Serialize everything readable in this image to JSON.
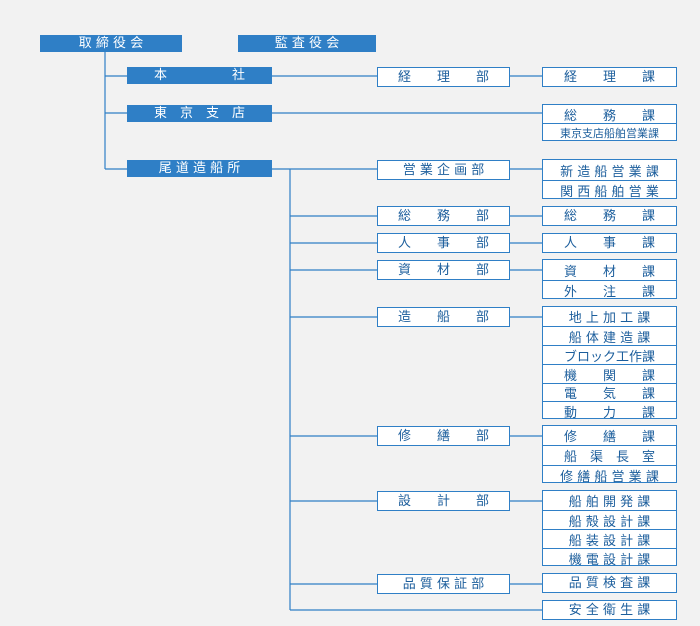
{
  "colors": {
    "accent": "#2f7fc6",
    "text": "#1c5e9c",
    "background": "#f2f2f2"
  },
  "top": {
    "board": "取 締 役 会",
    "auditors": "監 査 役 会"
  },
  "units": {
    "head_office": "本　　　　　社",
    "tokyo_branch": "東　京　支　店",
    "onomichi": "尾 道 造 船 所"
  },
  "head_office_dept": "経　　理　　部",
  "head_office_section": "経　　理　　課",
  "tokyo_sections": [
    "総　　務　　課",
    "東京支店船舶営業課"
  ],
  "onomichi_departments": [
    {
      "name": "営 業 企 画 部",
      "sections": [
        "新 造 船 営 業 課",
        "関 西 船 舶 営 業"
      ]
    },
    {
      "name": "総　　務　　部",
      "sections": [
        "総　　務　　課"
      ]
    },
    {
      "name": "人　　事　　部",
      "sections": [
        "人　　事　　課"
      ]
    },
    {
      "name": "資　　材　　部",
      "sections": [
        "資　　材　　課",
        "外　　注　　課"
      ]
    },
    {
      "name": "造　　船　　部",
      "sections": [
        "地 上 加 工 課",
        "船 体 建 造 課",
        "ブロック工作課",
        "機　　関　　課",
        "電　　気　　課",
        "動　　力　　課"
      ]
    },
    {
      "name": "修　　繕　　部",
      "sections": [
        "修　　繕　　課",
        "船　渠　長　室",
        "修 繕 船 営 業 課"
      ]
    },
    {
      "name": "設　　計　　部",
      "sections": [
        "船 舶 開 発 課",
        "船 殻 設 計 課",
        "船 装 設 計 課",
        "機 電 設 計 課"
      ]
    },
    {
      "name": "品 質 保 証 部",
      "sections": [
        "品 質 検 査 課"
      ]
    }
  ],
  "onomichi_direct_section": "安 全 衛 生 課"
}
